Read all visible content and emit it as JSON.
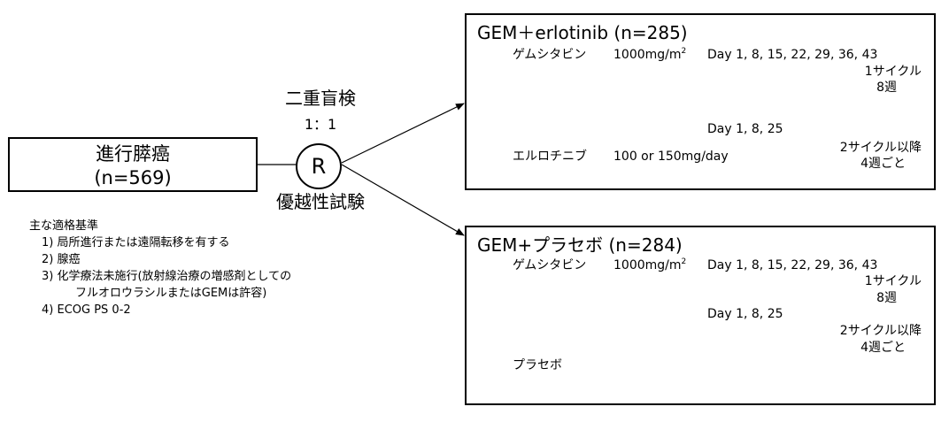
{
  "patients": {
    "line1": "進行膵癌",
    "line2": "(n=569)"
  },
  "randomization": {
    "blinding": "二重盲検",
    "ratio": "1：1",
    "symbol": "R",
    "design": "優越性試験"
  },
  "criteria": {
    "heading": "主な適格基準",
    "items": [
      "1) 局所進行または遠隔転移を有する",
      "2)  腺癌",
      "3) 化学療法未施行(放射線治療の増感剤としての",
      "フルオロウラシルまたはGEMは許容)",
      "4) ECOG PS 0-2"
    ]
  },
  "arms": [
    {
      "title": "GEM＋erlotinib (n=285)",
      "drug1": "ゲムシタビン",
      "dose1": "1000mg/m",
      "dose1_sup": "2",
      "schedule1": "Day 1, 8, 15, 22, 29, 36, 43",
      "cycle1_label": "1サイクル",
      "cycle1_len": "8週",
      "schedule2": "Day 1, 8, 25",
      "cycle2_label": "2サイクル以降",
      "cycle2_len": "4週ごと",
      "drug2": "エルロチニブ",
      "dose2": "100 or 150mg/day"
    },
    {
      "title": "GEM+プラセボ (n=284)",
      "drug1": "ゲムシタビン",
      "dose1": "1000mg/m",
      "dose1_sup": "2",
      "schedule1": "Day 1, 8, 15, 22, 29, 36, 43",
      "cycle1_label": "1サイクル",
      "cycle1_len": "8週",
      "schedule2": "Day 1, 8, 25",
      "cycle2_label": "2サイクル以降",
      "cycle2_len": "4週ごと",
      "drug2": "プラセボ",
      "dose2": ""
    }
  ]
}
